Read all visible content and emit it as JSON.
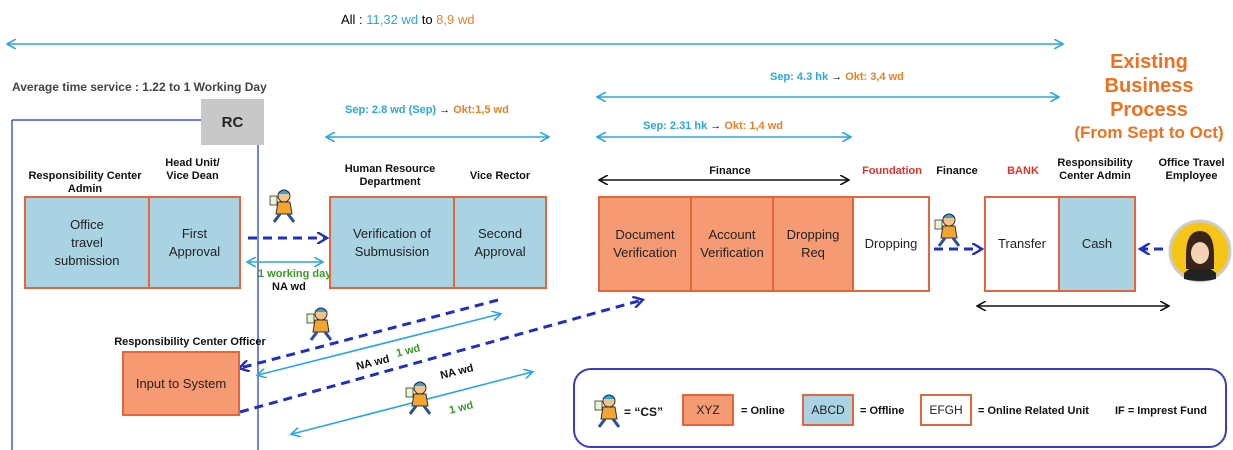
{
  "top": {
    "all_prefix": "All : ",
    "all_sep": "11,32 wd",
    "all_to": " to ",
    "all_okt": "8,9 wd"
  },
  "avg_time": "Average time service : 1.22 to 1 Working Day",
  "rc_label": "RC",
  "title": {
    "line1": "Existing Business",
    "line2": "Process",
    "line3": "(From Sept to Oct)"
  },
  "durations": {
    "hr_vr_sep": "Sep: 2.8 wd (Sep)",
    "hr_vr_arrow": " → ",
    "hr_vr_okt": "Okt:1,5 wd",
    "fin_total_sep": "Sep: 4.3 hk",
    "fin_total_arrow": " → ",
    "fin_total_okt": "Okt: 3,4 wd",
    "fin_sep": "Sep: 2.31 hk",
    "fin_arrow": " → ",
    "fin_okt": "Okt: 1,4 wd",
    "one_working_day": "1 working day",
    "na_wd": "NA wd",
    "na_wd_a": "NA wd",
    "one_wd_a": "1 wd",
    "na_wd_b": "NA wd",
    "one_wd_b": "1 wd"
  },
  "headers": {
    "rc_admin": "Responsibility Center Admin",
    "head_unit_1": "Head Unit/",
    "head_unit_2": "Vice Dean",
    "hrd_1": "Human Resource",
    "hrd_2": "Department",
    "vice_rector": "Vice Rector",
    "finance": "Finance",
    "foundation": "Foundation",
    "finance2": "Finance",
    "bank": "BANK",
    "rc_admin2_1": "Responsibility",
    "rc_admin2_2": "Center Admin",
    "office_travel_1": "Office Travel",
    "office_travel_2": "Employee",
    "rc_officer": "Responsibility Center Officer"
  },
  "boxes": {
    "office_travel_1": "Office",
    "office_travel_2": "travel",
    "office_travel_3": "submission",
    "first_approval_1": "First",
    "first_approval_2": "Approval",
    "verification_1": "Verification of",
    "verification_2": "Submusision",
    "second_approval_1": "Second",
    "second_approval_2": "Approval",
    "doc_ver_1": "Document",
    "doc_ver_2": "Verification",
    "acc_ver_1": "Account",
    "acc_ver_2": "Verification",
    "dropping_req_1": "Dropping",
    "dropping_req_2": "Req",
    "dropping": "Dropping",
    "transfer": "Transfer",
    "cash": "Cash",
    "input_system": "Input to System"
  },
  "legend": {
    "cs_label": "= “CS”",
    "xyz": "XYZ",
    "online": "= Online",
    "abcd": "ABCD",
    "offline": "= Offline",
    "efgh": "EFGH",
    "online_related": "= Online Related Unit",
    "if_label": "IF = Imprest Fund"
  },
  "colors": {
    "blue_fill": "#a9d3e3",
    "orange_fill": "#f59a72",
    "box_border": "#e8643a",
    "cyan_arrow": "#2aa7e0",
    "dashed_blue": "#1f2fc0",
    "title_orange": "#f0701e"
  }
}
